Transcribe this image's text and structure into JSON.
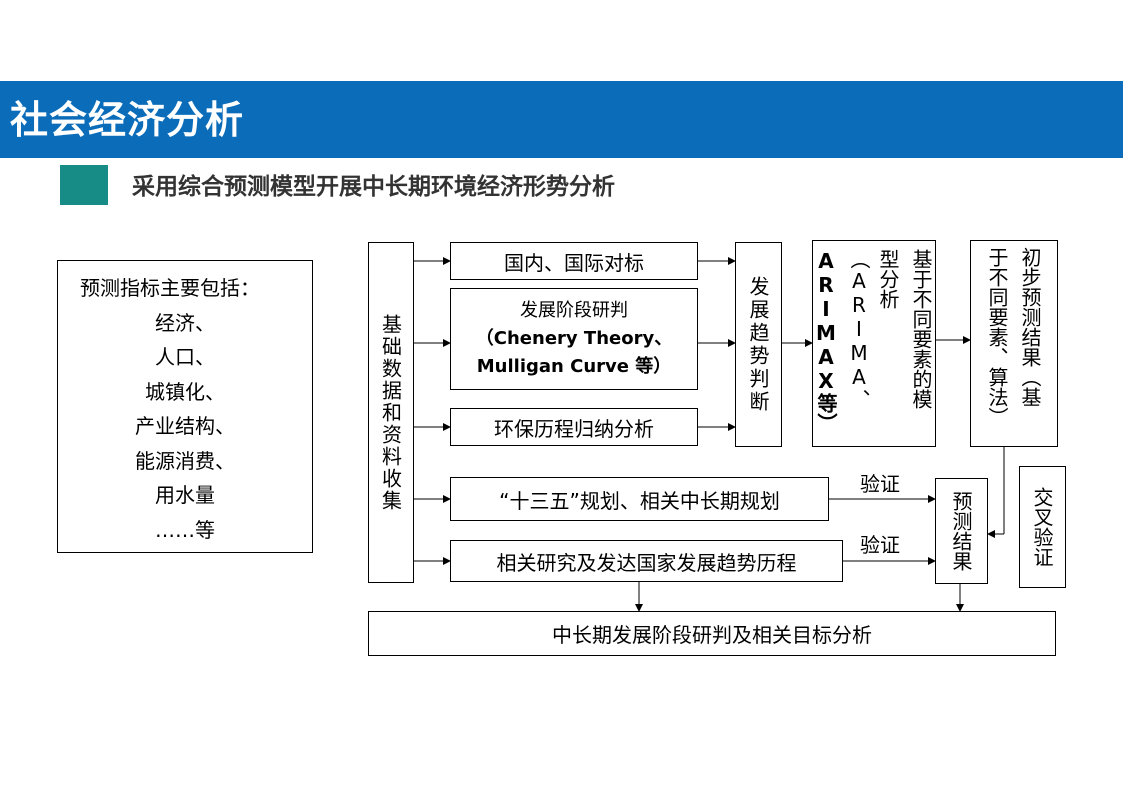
{
  "header": {
    "title": "社会经济分析"
  },
  "subtitle": "采用综合预测模型开展中长期环境经济形势分析",
  "indicators": {
    "heading": "预测指标主要包括：",
    "items": [
      "经济、",
      "人口、",
      "城镇化、",
      "产业结构、",
      "能源消费、",
      "用水量",
      "……等"
    ]
  },
  "flow": {
    "data_collection": "基础数据和资料收集",
    "benchmark": "国内、国际对标",
    "stage_line1": "发展阶段研判",
    "stage_line2": "（Chenery Theory、",
    "stage_line3": "Mulligan Curve 等）",
    "env_history": "环保历程归纳分析",
    "trend": "发展趋势判断",
    "model_col1": "基于不同要素的模",
    "model_col2": "型分析（ARIMA、",
    "model_col3": "ARIMAX等）",
    "prelim_col1": "初步预测结果（基",
    "prelim_col2": "于不同要素、算法）",
    "cross_validation": "交叉验证",
    "plan": "“十三五”规划、相关中长期规划",
    "research": "相关研究及发达国家发展趋势历程",
    "verify_1": "验证",
    "verify_2": "验证",
    "forecast": "预测结果",
    "final": "中长期发展阶段研判及相关目标分析"
  },
  "colors": {
    "banner": "#0B6DBA",
    "accent_square": "#178C86",
    "subtitle_text": "#333333"
  }
}
